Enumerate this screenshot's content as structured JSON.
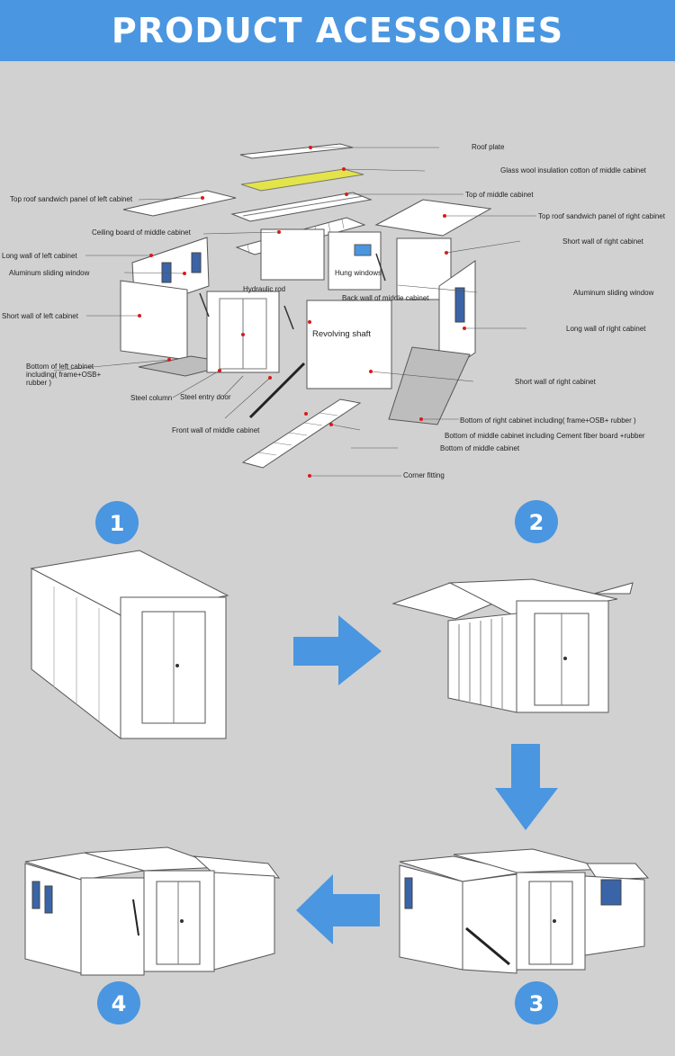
{
  "header": {
    "title": "PRODUCT ACESSORIES"
  },
  "labels": {
    "roof_plate": "Roof plate",
    "glass_wool": "Glass wool insulation cotton of middle cabinet",
    "top_roof_left": "Top roof sandwich panel of left cabinet",
    "top_middle": "Top of middle cabinet",
    "top_roof_right": "Top roof sandwich panel of right cabinet",
    "ceiling_middle": "Ceiling board of middle cabinet",
    "long_wall_left": "Long wall of left cabinet",
    "short_wall_right_1": "Short wall of right cabinet",
    "alu_window_left": "Aluminum sliding window",
    "hung_windows": "Hung windows",
    "hydraulic_rod": "Hydraulic rod",
    "back_wall_middle": "Back wall of middle cabinet",
    "alu_window_right": "Aluminum sliding window",
    "short_wall_left": "Short wall of left cabinet",
    "revolving_shaft": "Revolving shaft",
    "long_wall_right": "Long wall of right cabinet",
    "bottom_left_1": "Bottom of left cabinet",
    "bottom_left_2": "including( frame+OSB+",
    "bottom_left_3": "rubber )",
    "short_wall_right_2": "Short wall of right cabinet",
    "steel_column": "Steel column",
    "steel_door": "Steel entry door",
    "bottom_right": "Bottom of right cabinet including( frame+OSB+ rubber )",
    "front_wall_middle": "Front wall of middle cabinet",
    "bottom_middle_cement": "Bottom of middle cabinet including Cement fiber board +rubber",
    "bottom_middle": "Bottom of middle cabinet",
    "corner_fitting": "Corner fitting"
  },
  "steps": [
    {
      "number": "1"
    },
    {
      "number": "2"
    },
    {
      "number": "3"
    },
    {
      "number": "4"
    }
  ],
  "colors": {
    "accent": "#4a96e0",
    "background": "#d1d1d1",
    "insulation": "#e3e34a",
    "pointer": "#d81b1b"
  }
}
